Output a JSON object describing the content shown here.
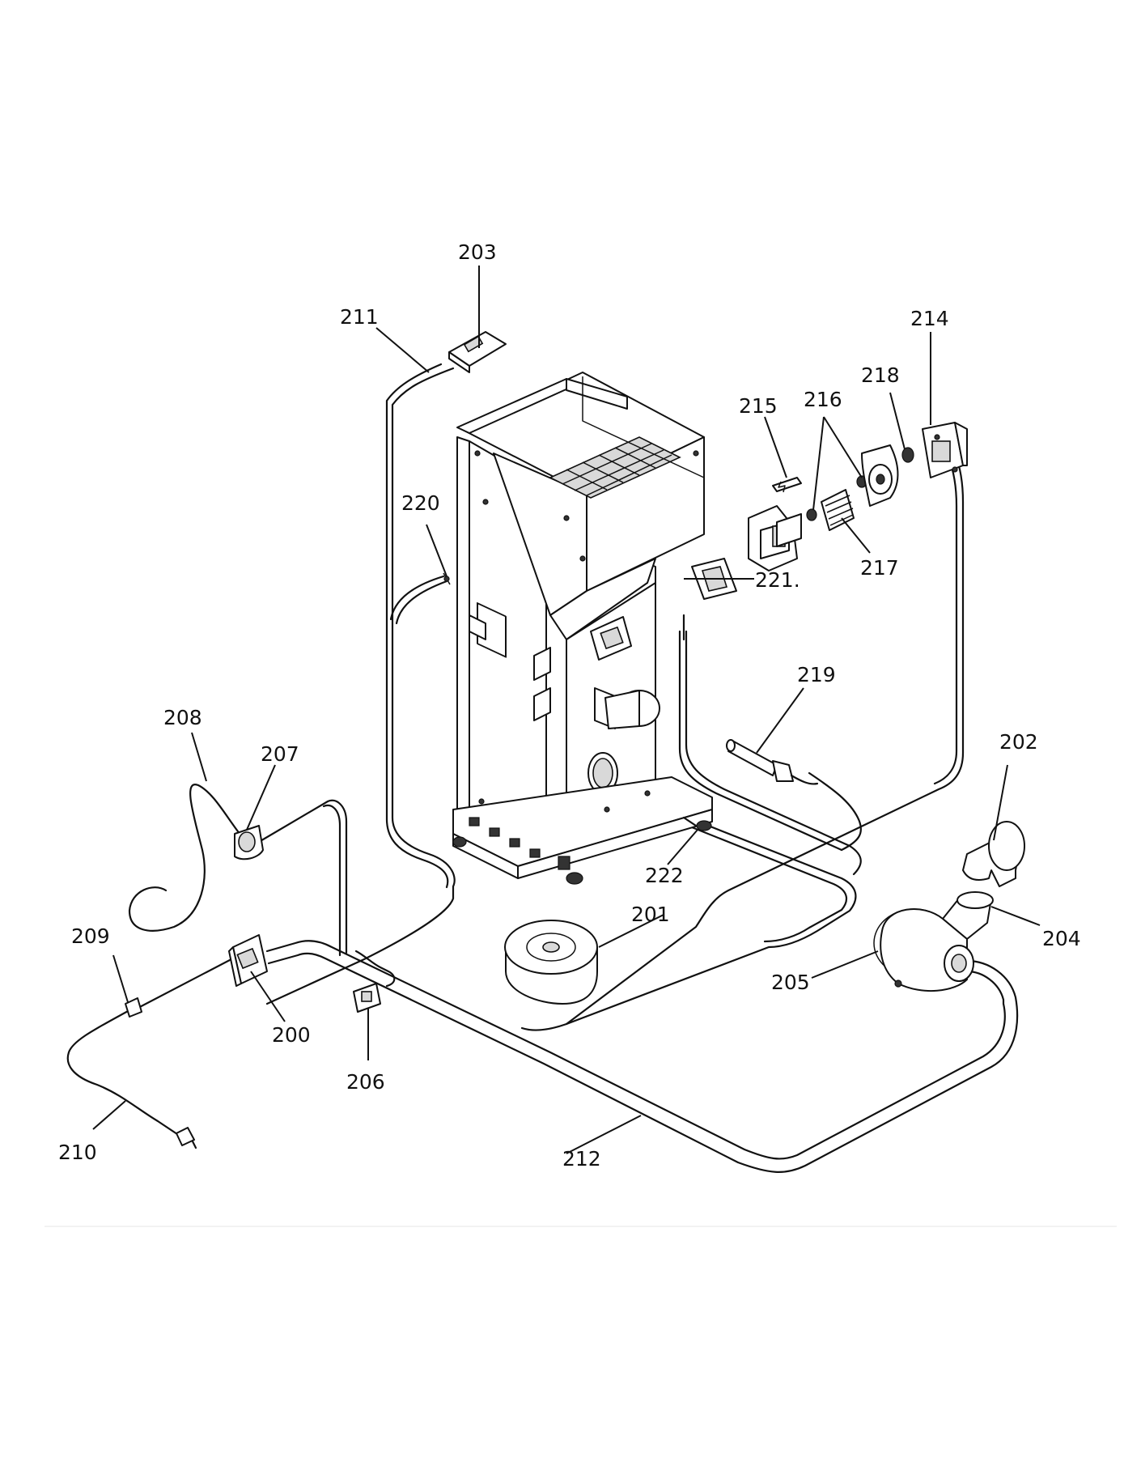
{
  "callouts": [
    {
      "id": "c200",
      "text": "200"
    },
    {
      "id": "c201",
      "text": "201"
    },
    {
      "id": "c202",
      "text": "202"
    },
    {
      "id": "c203",
      "text": "203"
    },
    {
      "id": "c204",
      "text": "204"
    },
    {
      "id": "c205",
      "text": "205"
    },
    {
      "id": "c206",
      "text": "206"
    },
    {
      "id": "c207",
      "text": "207"
    },
    {
      "id": "c208",
      "text": "208"
    },
    {
      "id": "c209",
      "text": "209"
    },
    {
      "id": "c210",
      "text": "210"
    },
    {
      "id": "c211",
      "text": "211"
    },
    {
      "id": "c212",
      "text": "212"
    },
    {
      "id": "c214",
      "text": "214"
    },
    {
      "id": "c215",
      "text": "215"
    },
    {
      "id": "c216",
      "text": "216"
    },
    {
      "id": "c217",
      "text": "217"
    },
    {
      "id": "c218",
      "text": "218"
    },
    {
      "id": "c219",
      "text": "219"
    },
    {
      "id": "c220",
      "text": "220"
    },
    {
      "id": "c221",
      "text": "221."
    },
    {
      "id": "c222",
      "text": "222"
    }
  ]
}
